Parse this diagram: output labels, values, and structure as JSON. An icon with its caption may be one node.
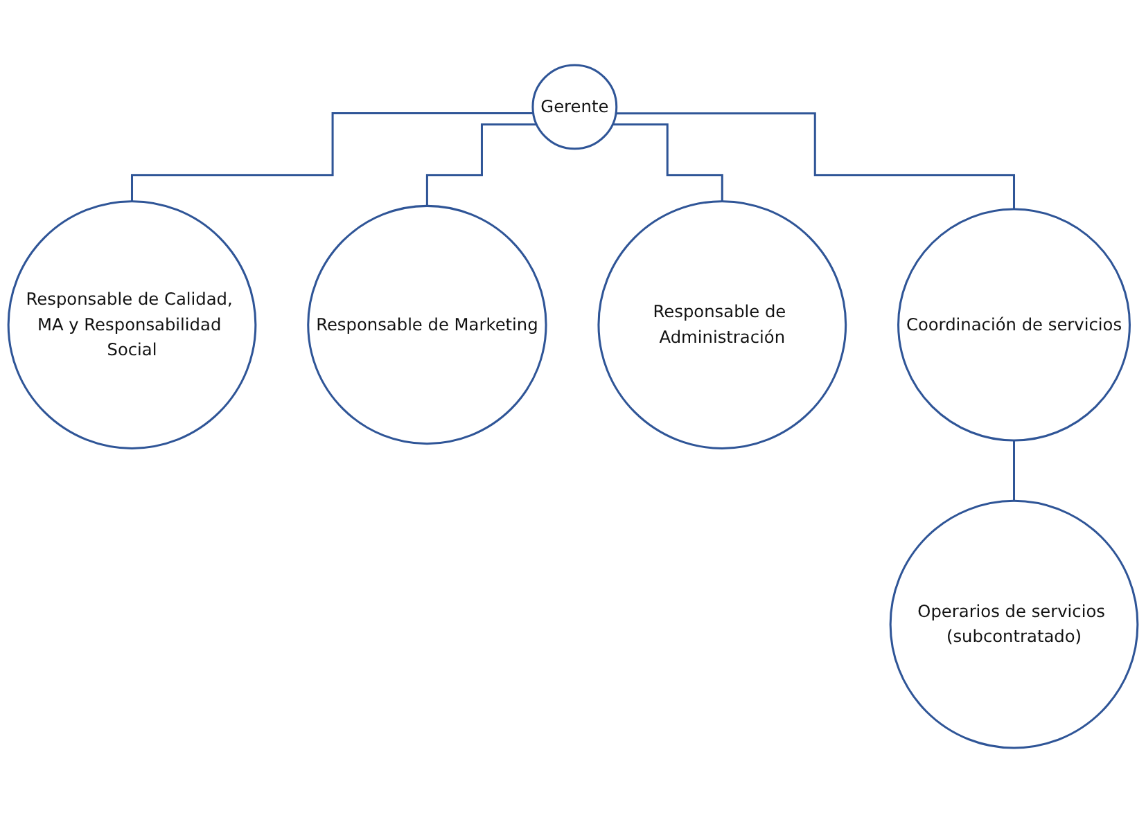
{
  "diagram": {
    "nodes": [
      {
        "text": [
          "Gerente"
        ]
      },
      {
        "text": [
          "Responsable de Calidad, MA y Responsabilidad Social"
        ]
      },
      {
        "text": [
          "Responsable de Marketing"
        ]
      },
      {
        "text": [
          "Responsable de Administración"
        ]
      },
      {
        "text": [
          "Coordinación de servicios"
        ]
      },
      {
        "text": [
          "Operarios de servicios (subcontratado)"
        ]
      }
    ],
    "edges": [
      {
        "from": 0,
        "to": 1,
        "arrow": "none"
      },
      {
        "from": 0,
        "to": 2,
        "arrow": "none"
      },
      {
        "from": 0,
        "to": 3,
        "arrow": "none"
      },
      {
        "from": 0,
        "to": 4,
        "arrow": "none"
      },
      {
        "from": 4,
        "to": 5,
        "arrow": "none"
      }
    ]
  }
}
